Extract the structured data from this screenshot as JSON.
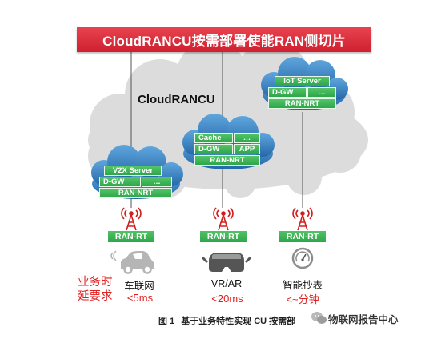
{
  "banner": {
    "title": "CloudRANCU按需部署使能RAN侧切片"
  },
  "cloud": {
    "title": "CloudRANCU"
  },
  "clusters": {
    "iot": {
      "server": "IoT Server",
      "dgw": "D-GW",
      "more": "…",
      "nrt": "RAN-NRT"
    },
    "mec": {
      "cache": "Cache",
      "more": "…",
      "dgw": "D-GW",
      "app": "APP",
      "nrt": "RAN-NRT"
    },
    "v2x": {
      "server": "V2X Server",
      "dgw": "D-GW",
      "more": "…",
      "nrt": "RAN-NRT"
    }
  },
  "sites": [
    {
      "rt": "RAN-RT",
      "icon": "car-icon",
      "service": "车联网",
      "latency": "<5ms"
    },
    {
      "rt": "RAN-RT",
      "icon": "vr-headset-icon",
      "service": "VR/AR",
      "latency": "<20ms"
    },
    {
      "rt": "RAN-RT",
      "icon": "meter-gauge-icon",
      "service": "智能抄表",
      "latency": "<~分钟"
    }
  ],
  "requirement": {
    "line1": "业务时",
    "line2": "延要求"
  },
  "caption": {
    "figure": "图 1",
    "text": "基于业务特性实现 CU 按需部"
  },
  "watermark": {
    "text": "物联网报告中心"
  },
  "colors": {
    "banner": "#d92b3a",
    "cloud_big": "#dcdcdc",
    "cloud_small": "#2f78b7",
    "box_green": "#3bb050",
    "tower_red": "#d01f1f",
    "latency_red": "#e01f1f"
  }
}
